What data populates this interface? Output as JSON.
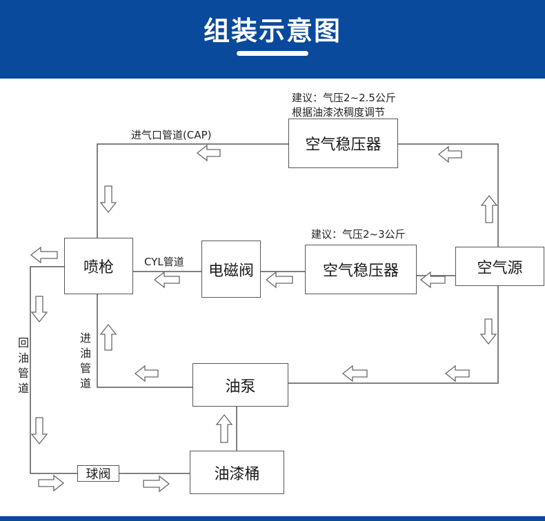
{
  "header": {
    "title": "组装示意图"
  },
  "boxes": {
    "regulator_top": "空气稳压器",
    "regulator_mid": "空气稳压器",
    "spray_gun": "喷枪",
    "solenoid_valve": "电磁阀",
    "air_source": "空气源",
    "oil_pump": "油泵",
    "paint_bucket": "油漆桶",
    "ball_valve": "球阀"
  },
  "labels": {
    "suggest_top_1": "建议：气压2~2.5公斤",
    "suggest_top_2": "根据油漆浓稠度调节",
    "suggest_mid": "建议：气压2~3公斤",
    "air_inlet_pipe": "进气口管道(CAP)",
    "cyl_pipe": "CYL管道",
    "oil_inlet_pipe": "进油管道",
    "return_pipe": "回油管道"
  },
  "colors": {
    "header": "#0a4a9c",
    "line": "#555555",
    "arrow": "#666666"
  }
}
